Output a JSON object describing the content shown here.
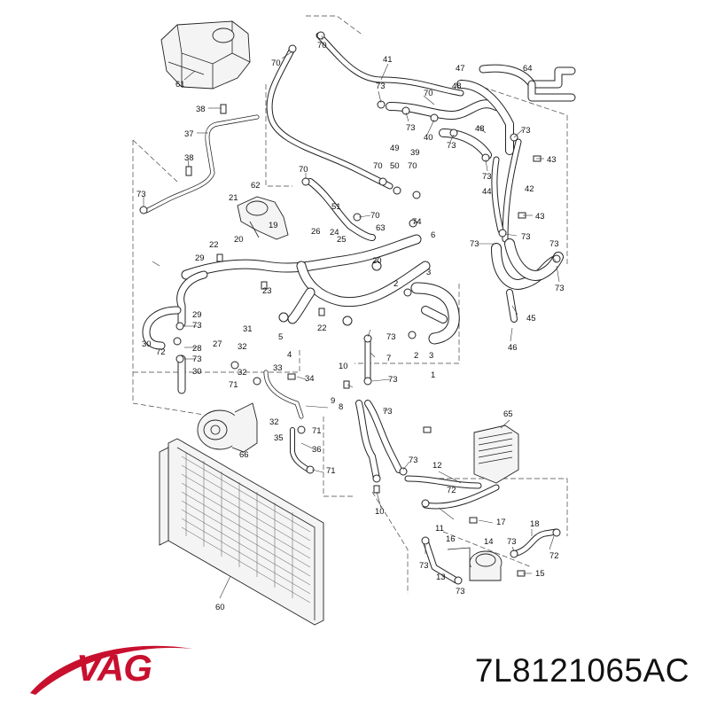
{
  "brand": {
    "name": "VAG",
    "color": "#c8102e"
  },
  "part_number": "7L8121065AC",
  "diagram": {
    "colors": {
      "line": "#222222",
      "background": "#ffffff"
    },
    "callouts": [
      {
        "id": "c61",
        "text": "61"
      },
      {
        "id": "c70a",
        "text": "70"
      },
      {
        "id": "c70b",
        "text": "70"
      },
      {
        "id": "c41",
        "text": "41"
      },
      {
        "id": "c47",
        "text": "47"
      },
      {
        "id": "c64",
        "text": "64"
      },
      {
        "id": "c73a",
        "text": "73"
      },
      {
        "id": "c70c",
        "text": "70"
      },
      {
        "id": "c48a",
        "text": "48"
      },
      {
        "id": "c38a",
        "text": "38"
      },
      {
        "id": "c37",
        "text": "37"
      },
      {
        "id": "c73b",
        "text": "73"
      },
      {
        "id": "c40",
        "text": "40"
      },
      {
        "id": "c48b",
        "text": "48"
      },
      {
        "id": "c73c",
        "text": "73"
      },
      {
        "id": "c73d",
        "text": "73"
      },
      {
        "id": "c49",
        "text": "49"
      },
      {
        "id": "c39",
        "text": "39"
      },
      {
        "id": "c43a",
        "text": "43"
      },
      {
        "id": "c38b",
        "text": "38"
      },
      {
        "id": "c70d",
        "text": "70"
      },
      {
        "id": "c50",
        "text": "50"
      },
      {
        "id": "c70e",
        "text": "70"
      },
      {
        "id": "c73e",
        "text": "73"
      },
      {
        "id": "c70f",
        "text": "70"
      },
      {
        "id": "c62",
        "text": "62"
      },
      {
        "id": "c44",
        "text": "44"
      },
      {
        "id": "c42",
        "text": "42"
      },
      {
        "id": "c73f",
        "text": "73"
      },
      {
        "id": "c21",
        "text": "21"
      },
      {
        "id": "c51",
        "text": "51"
      },
      {
        "id": "c43b",
        "text": "43"
      },
      {
        "id": "c70g",
        "text": "70"
      },
      {
        "id": "c74",
        "text": "74"
      },
      {
        "id": "c63",
        "text": "63"
      },
      {
        "id": "c6",
        "text": "6"
      },
      {
        "id": "c73g",
        "text": "73"
      },
      {
        "id": "c73h",
        "text": "73"
      },
      {
        "id": "c19",
        "text": "19"
      },
      {
        "id": "c26",
        "text": "26"
      },
      {
        "id": "c24",
        "text": "24"
      },
      {
        "id": "c73i",
        "text": "73"
      },
      {
        "id": "c20a",
        "text": "20"
      },
      {
        "id": "c25",
        "text": "25"
      },
      {
        "id": "c22a",
        "text": "22"
      },
      {
        "id": "c29a",
        "text": "29"
      },
      {
        "id": "c20b",
        "text": "20"
      },
      {
        "id": "c3",
        "text": "3"
      },
      {
        "id": "c73j",
        "text": "73"
      },
      {
        "id": "c2a",
        "text": "2"
      },
      {
        "id": "c23",
        "text": "23"
      },
      {
        "id": "c45",
        "text": "45"
      },
      {
        "id": "c29b",
        "text": "29"
      },
      {
        "id": "c73k",
        "text": "73"
      },
      {
        "id": "c31",
        "text": "31"
      },
      {
        "id": "c5",
        "text": "5"
      },
      {
        "id": "c22b",
        "text": "22"
      },
      {
        "id": "c73l",
        "text": "73"
      },
      {
        "id": "c46",
        "text": "46"
      },
      {
        "id": "c28",
        "text": "28"
      },
      {
        "id": "c27",
        "text": "27"
      },
      {
        "id": "c30a",
        "text": "30"
      },
      {
        "id": "c72a",
        "text": "72"
      },
      {
        "id": "c32a",
        "text": "32"
      },
      {
        "id": "c4",
        "text": "4"
      },
      {
        "id": "c2b",
        "text": "2"
      },
      {
        "id": "c3b",
        "text": "3"
      },
      {
        "id": "c73m",
        "text": "73"
      },
      {
        "id": "c7",
        "text": "7"
      },
      {
        "id": "c30b",
        "text": "30"
      },
      {
        "id": "c32b",
        "text": "32"
      },
      {
        "id": "c33",
        "text": "33"
      },
      {
        "id": "c34",
        "text": "34"
      },
      {
        "id": "c1",
        "text": "1"
      },
      {
        "id": "c10a",
        "text": "10"
      },
      {
        "id": "c73n",
        "text": "73"
      },
      {
        "id": "c71a",
        "text": "71"
      },
      {
        "id": "c9",
        "text": "9"
      },
      {
        "id": "c8",
        "text": "8"
      },
      {
        "id": "c73o",
        "text": "73"
      },
      {
        "id": "c35",
        "text": "35"
      },
      {
        "id": "c32c",
        "text": "32"
      },
      {
        "id": "c71b",
        "text": "71"
      },
      {
        "id": "c65",
        "text": "65"
      },
      {
        "id": "c66",
        "text": "66"
      },
      {
        "id": "c36",
        "text": "36"
      },
      {
        "id": "c71c",
        "text": "71"
      },
      {
        "id": "c73p",
        "text": "73"
      },
      {
        "id": "c12",
        "text": "12"
      },
      {
        "id": "c72b",
        "text": "72"
      },
      {
        "id": "c10b",
        "text": "10"
      },
      {
        "id": "c11",
        "text": "11"
      },
      {
        "id": "c17",
        "text": "17"
      },
      {
        "id": "c18",
        "text": "18"
      },
      {
        "id": "c16",
        "text": "16"
      },
      {
        "id": "c14",
        "text": "14"
      },
      {
        "id": "c73q",
        "text": "73"
      },
      {
        "id": "c72c",
        "text": "72"
      },
      {
        "id": "c73r",
        "text": "73"
      },
      {
        "id": "c13",
        "text": "13"
      },
      {
        "id": "c73s",
        "text": "73"
      },
      {
        "id": "c15",
        "text": "15"
      },
      {
        "id": "c60",
        "text": "60"
      }
    ]
  }
}
